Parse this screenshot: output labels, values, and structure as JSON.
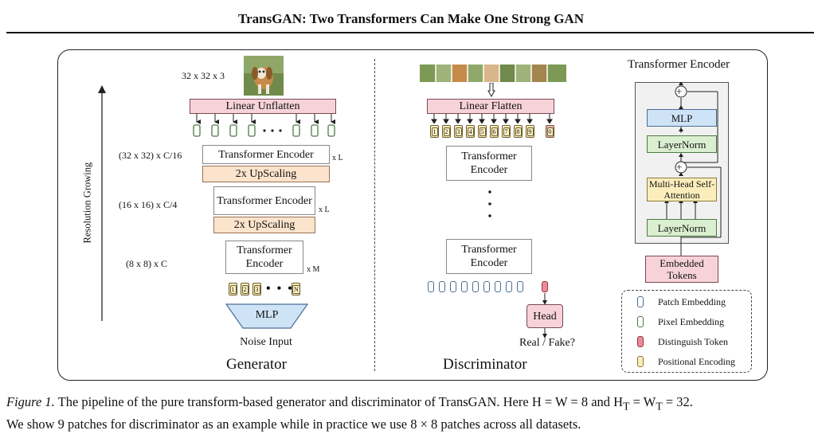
{
  "header": {
    "title": "TransGAN: Two Transformers Can Make One Strong GAN"
  },
  "generator": {
    "image_label": "32 x 32 x 3",
    "linear_unflatten": "Linear Unflatten",
    "axis_label": "Resolution Growing",
    "stage1_dims": "(32 x 32) x C/16",
    "stage1_encoder": "Transformer Encoder",
    "stage1_repeat": "x L",
    "upscale1": "2x UpScaling",
    "stage2_dims": "(16 x 16) x C/4",
    "stage2_encoder": "Transformer Encoder",
    "stage2_repeat": "x L",
    "upscale2": "2x UpScaling",
    "stage3_dims": "(8 x 8) x C",
    "stage3_encoder": "Transformer Encoder",
    "stage3_repeat": "x M",
    "mlp": "MLP",
    "noise": "Noise Input",
    "title": "Generator",
    "token_labels": [
      "1",
      "2",
      "3",
      "N"
    ],
    "dots": "• • •"
  },
  "discriminator": {
    "linear_flatten": "Linear Flatten",
    "encoder_top": "Transformer Encoder",
    "encoder_bottom": "Transformer Encoder",
    "head": "Head",
    "output": "Real / Fake?",
    "title": "Discriminator",
    "patch_labels": [
      "1",
      "2",
      "3",
      "4",
      "5",
      "6",
      "7",
      "8",
      "9",
      "0"
    ]
  },
  "encoder_detail": {
    "title": "Transformer Encoder",
    "mlp": "MLP",
    "layernorm_top": "LayerNorm",
    "attention": "Multi-Head Self-Attention",
    "layernorm_bottom": "LayerNorm",
    "embedded": "Embedded Tokens",
    "plus": "+"
  },
  "legend": {
    "items": [
      {
        "label": "Patch Embedding",
        "color": "#cfe3f7"
      },
      {
        "label": "Pixel Embedding",
        "color": "#d9efd0"
      },
      {
        "label": "Distinguish Token",
        "color": "#f08a96"
      },
      {
        "label": "Positional Encoding",
        "color": "#fbeebc"
      }
    ]
  },
  "caption": {
    "fig": "Figure 1.",
    "line1": "The pipeline of the pure transform-based generator and discriminator of TransGAN. Here H = W = 8 and H",
    "line1_sub": "T",
    "line1_mid": " = W",
    "line1_sub2": "T",
    "line1_end": " = 32.",
    "line2": "We show 9 patches for discriminator as an example while in practice we use 8 × 8 patches across all datasets."
  }
}
